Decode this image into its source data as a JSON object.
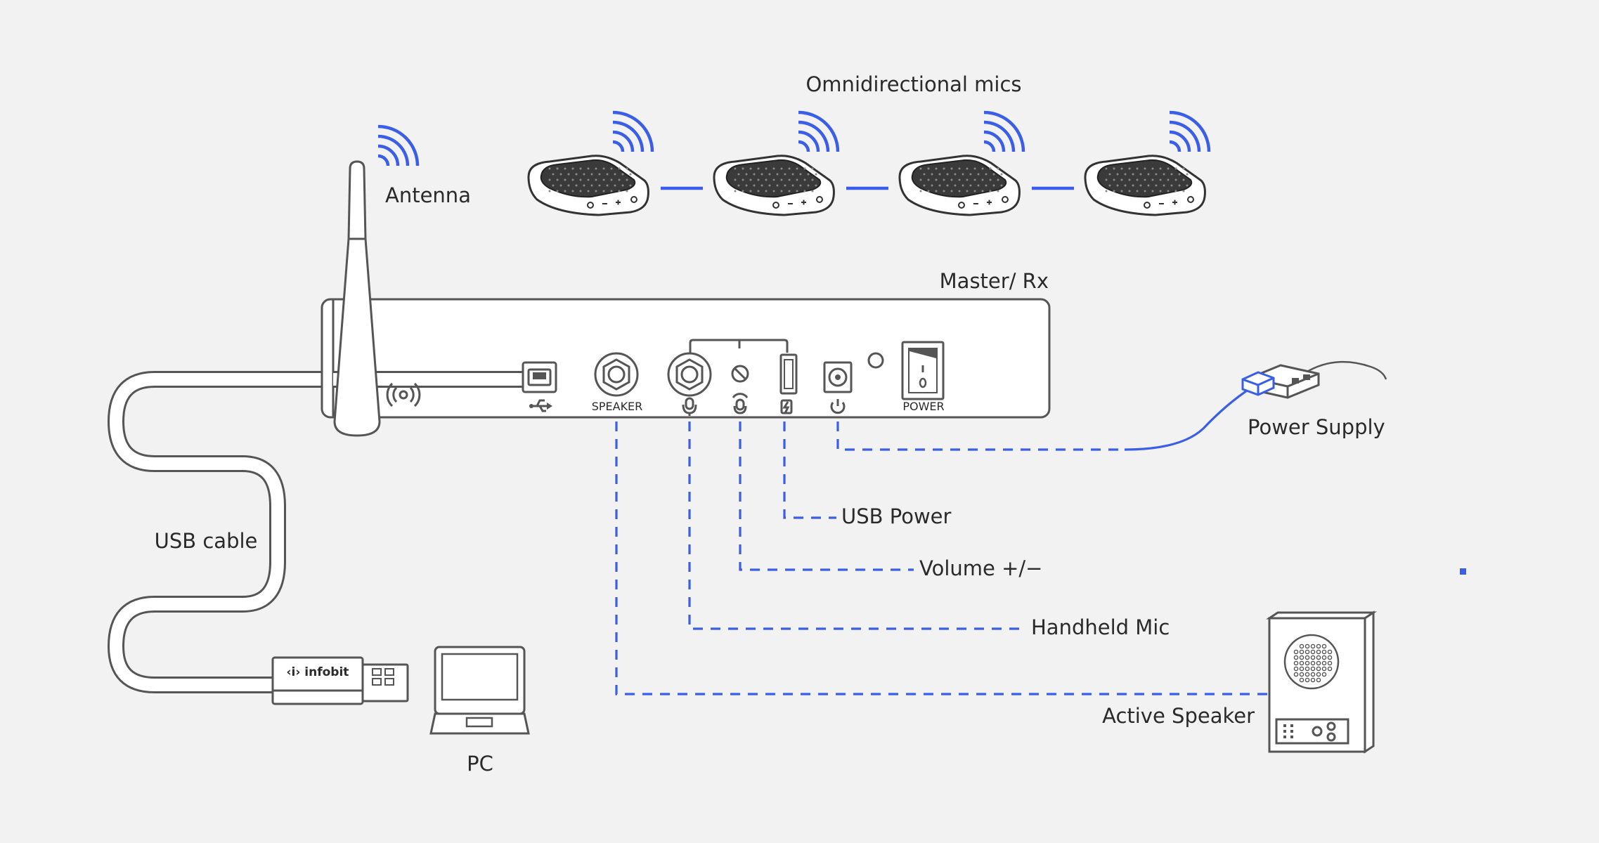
{
  "colors": {
    "accent": "#3a5ee8",
    "line": "#555555",
    "background": "#f2f2f2"
  },
  "labels": {
    "mics": "Omnidirectional mics",
    "antenna": "Antenna",
    "master": "Master/ Rx",
    "power_supply": "Power Supply",
    "usb_power": "USB Power",
    "volume": "Volume +/−",
    "handheld_mic": "Handheld Mic",
    "active_speaker": "Active Speaker",
    "usb_cable": "USB cable",
    "pc": "PC"
  },
  "panel": {
    "speaker": "SPEAKER",
    "power": "POWER"
  },
  "dongle": {
    "brand": "‹i› infobit"
  },
  "icons": {
    "usb": "usb-icon",
    "mic": "microphone-icon",
    "volume": "volume-icon",
    "usb_power": "usb-power-icon",
    "power": "power-icon",
    "wifi": "wifi-signal-icon",
    "pairing": "pairing-icon"
  }
}
